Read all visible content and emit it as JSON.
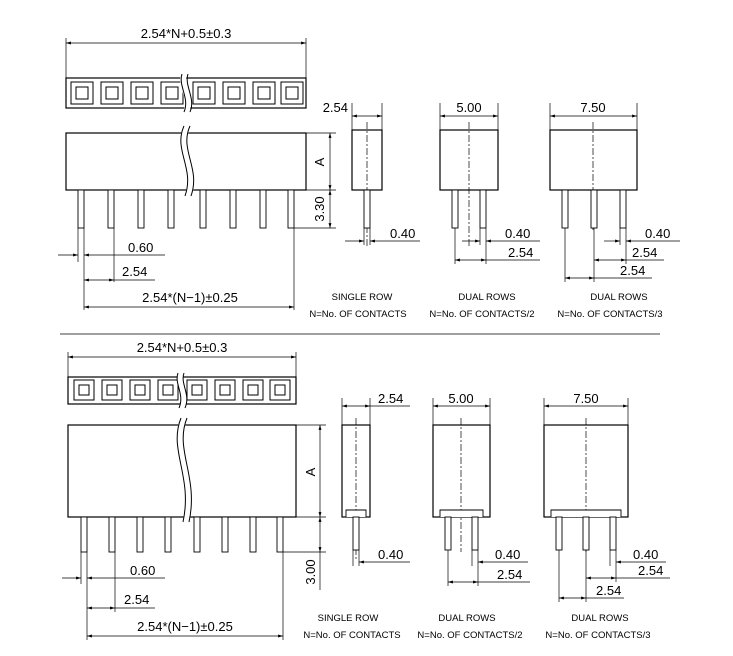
{
  "diagrams": [
    {
      "id": "upper",
      "overall_length": "2.54*N+0.5±0.3",
      "pitch": "2.54",
      "pin_width": "0.60",
      "pin_span": "2.54*(N−1)±0.25",
      "pin_length": "3.30",
      "height_label": "A",
      "views": [
        {
          "width": "2.54",
          "pin": "0.40",
          "pitch": "",
          "caption": "SINGLE ROW",
          "note": "N=No. OF CONTACTS"
        },
        {
          "width": "5.00",
          "pin": "0.40",
          "pitch": "2.54",
          "caption": "DUAL ROWS",
          "note": "N=No. OF CONTACTS/2"
        },
        {
          "width": "7.50",
          "pin": "0.40",
          "pitch": "2.54",
          "pitch2": "2.54",
          "caption": "DUAL ROWS",
          "note": "N=No. OF CONTACTS/3"
        }
      ]
    },
    {
      "id": "lower",
      "overall_length": "2.54*N+0.5±0.3",
      "pitch": "2.54",
      "pin_width": "0.60",
      "pin_span": "2.54*(N−1)±0.25",
      "pin_length": "3.00",
      "height_label": "A",
      "views": [
        {
          "width": "2.54",
          "pin": "0.40",
          "pitch": "",
          "caption": "SINGLE ROW",
          "note": "N=No. OF CONTACTS"
        },
        {
          "width": "5.00",
          "pin": "0.40",
          "pitch": "2.54",
          "caption": "DUAL ROWS",
          "note": "N=No. OF CONTACTS/2"
        },
        {
          "width": "7.50",
          "pin": "0.40",
          "pitch": "2.54",
          "pitch2": "2.54",
          "caption": "DUAL ROWS",
          "note": "N=No. OF CONTACTS/3"
        }
      ]
    }
  ]
}
